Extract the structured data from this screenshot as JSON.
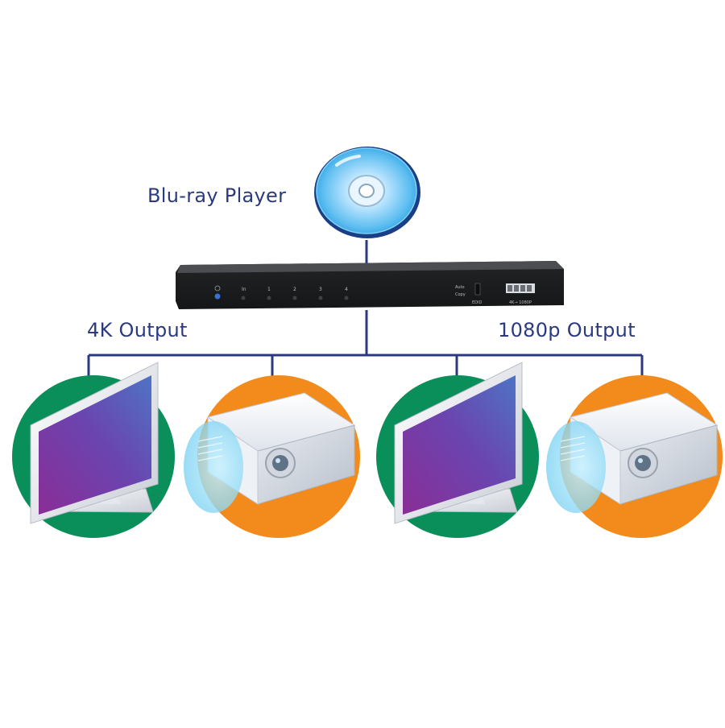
{
  "labels": {
    "source": "Blu-ray Player",
    "left_group": "4K Output",
    "right_group": "1080p Output"
  },
  "device": {
    "front_labels": [
      "In",
      "1",
      "2",
      "3",
      "4"
    ],
    "switch1_top": "Auto",
    "switch1_bottom": "Copy",
    "switch1_caption": "EDID",
    "dip_caption": "4K→ 1080P"
  },
  "outputs": [
    {
      "kind": "monitor",
      "icon": "monitor-icon"
    },
    {
      "kind": "projector",
      "icon": "projector-icon"
    },
    {
      "kind": "monitor",
      "icon": "monitor-icon"
    },
    {
      "kind": "projector",
      "icon": "projector-icon"
    }
  ],
  "colors": {
    "line": "#2b3a7e",
    "monitor_bg": "#0a8e5a",
    "projector_bg": "#f28a1c",
    "screen_a": "#8a2d96",
    "screen_b": "#4e6fc2",
    "device_body": "#1f2122"
  }
}
